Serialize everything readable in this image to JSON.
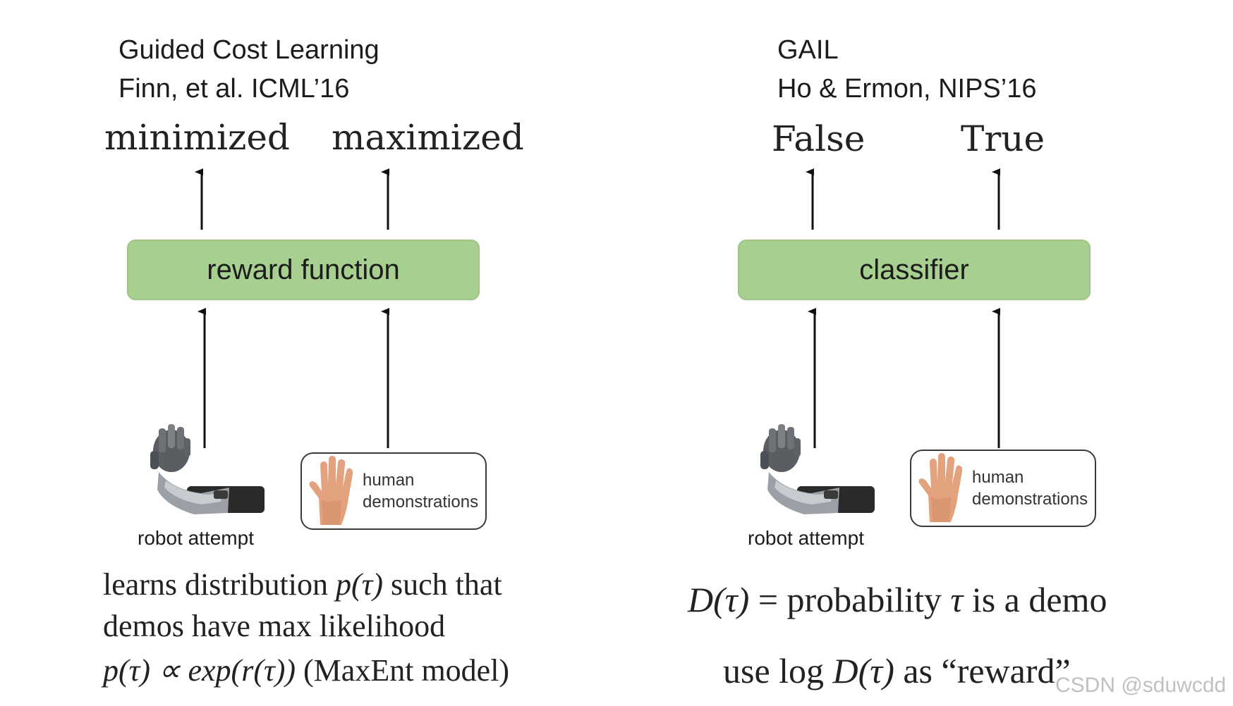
{
  "left": {
    "title_line1": "Guided Cost Learning",
    "title_line2": "Finn, et al. ICML’16",
    "output_left": "minimized",
    "output_right": "maximized",
    "box_label": "reward function",
    "robot_label": "robot attempt",
    "demo_label_line1": "human",
    "demo_label_line2": "demonstrations",
    "caption": {
      "line1_a": "learns distribution ",
      "line1_math": "p(τ)",
      "line1_b": " such that",
      "line2": "demos have max likelihood",
      "line3_math": "p(τ) ∝ exp(r(τ))",
      "line3_b": " (MaxEnt model)"
    }
  },
  "right": {
    "title_line1": "GAIL",
    "title_line2": "Ho & Ermon, NIPS’16",
    "output_left": "False",
    "output_right": "True",
    "box_label": "classifier",
    "robot_label": "robot attempt",
    "demo_label_line1": "human",
    "demo_label_line2": "demonstrations",
    "caption": {
      "line1_math": "D(τ)",
      "line1_b": " = probability ",
      "line1_tau": "τ",
      "line1_c": " is a demo",
      "line2_a": "use log ",
      "line2_math": "D(τ)",
      "line2_b": " as “reward”"
    }
  },
  "watermark": "CSDN @sduwcdd",
  "colors": {
    "box_fill": "#a7cf8f",
    "arrow": "#111111"
  },
  "icons": [
    "robot-hand-icon",
    "human-hand-icon"
  ]
}
